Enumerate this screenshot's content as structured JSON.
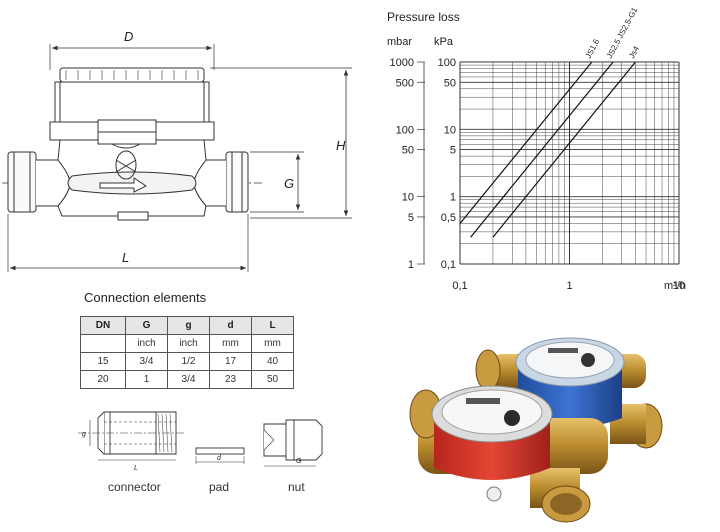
{
  "meter_drawing": {
    "dim_D": "D",
    "dim_H": "H",
    "dim_G": "G",
    "dim_L": "L"
  },
  "chart_data": {
    "type": "line",
    "title": "Pressure loss",
    "xlabel": "m³/h",
    "y_units_left": "mbar",
    "y_units_right": "kPa",
    "x_scale": "log",
    "y_scale": "log",
    "xlim": [
      0.1,
      10
    ],
    "ylim_kPa": [
      0.1,
      100
    ],
    "grid": true,
    "x_tick_labels": [
      "0,1",
      "1",
      "10"
    ],
    "y_tick_labels_mbar": [
      "1",
      "5",
      "10",
      "50",
      "100",
      "500",
      "1000"
    ],
    "y_tick_labels_kPa": [
      "0,1",
      "0,5",
      "1",
      "5",
      "10",
      "50",
      "100"
    ],
    "series": [
      {
        "name": "JS1,6",
        "x": [
          0.1,
          1.6
        ],
        "y": [
          0.4,
          100
        ]
      },
      {
        "name": "JS2,5 JS2,5-G1",
        "x": [
          0.125,
          2.5
        ],
        "y": [
          0.25,
          100
        ]
      },
      {
        "name": "Js4",
        "x": [
          0.2,
          4.0
        ],
        "y": [
          0.25,
          100
        ]
      }
    ]
  },
  "connection": {
    "title": "Connection elements",
    "headers": [
      "DN",
      "G",
      "g",
      "d",
      "L"
    ],
    "units": [
      "",
      "inch",
      "inch",
      "mm",
      "mm"
    ],
    "rows": [
      [
        "15",
        "3/4",
        "1/2",
        "17",
        "40"
      ],
      [
        "20",
        "1",
        "3/4",
        "23",
        "50"
      ]
    ]
  },
  "parts": {
    "connector": "connector",
    "pad": "pad",
    "nut": "nut",
    "connector_g": "g",
    "connector_L": "L",
    "pad_d": "d",
    "nut_G": "G"
  }
}
